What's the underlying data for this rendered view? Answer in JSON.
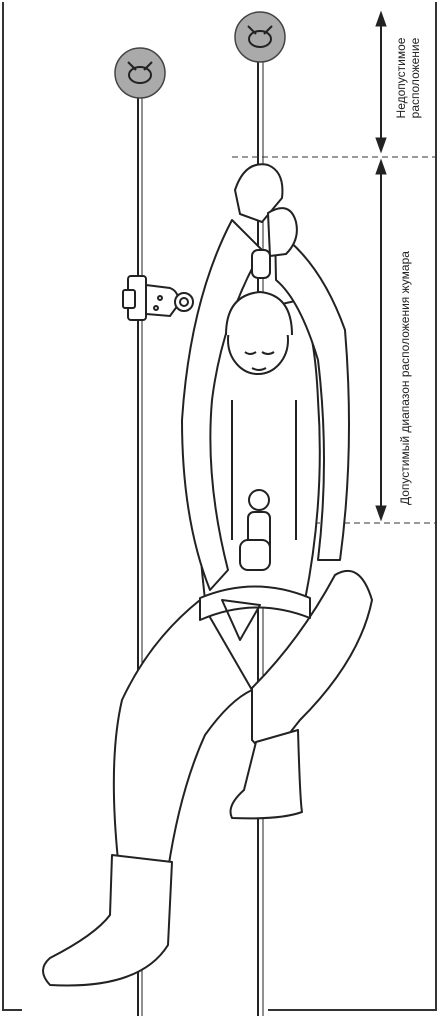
{
  "labels": {
    "forbidden_line1": "Недопустимое",
    "forbidden_line2": "расположение",
    "allowed": "Допустимый диапазон расположения жумара"
  },
  "colors": {
    "line": "#222222",
    "anchor_fill": "#aaaaaa",
    "frame": "#333333",
    "background": "#ffffff"
  },
  "icons": [
    "anchor-icon",
    "anchor-icon",
    "arrow-up-icon",
    "arrow-down-icon"
  ]
}
